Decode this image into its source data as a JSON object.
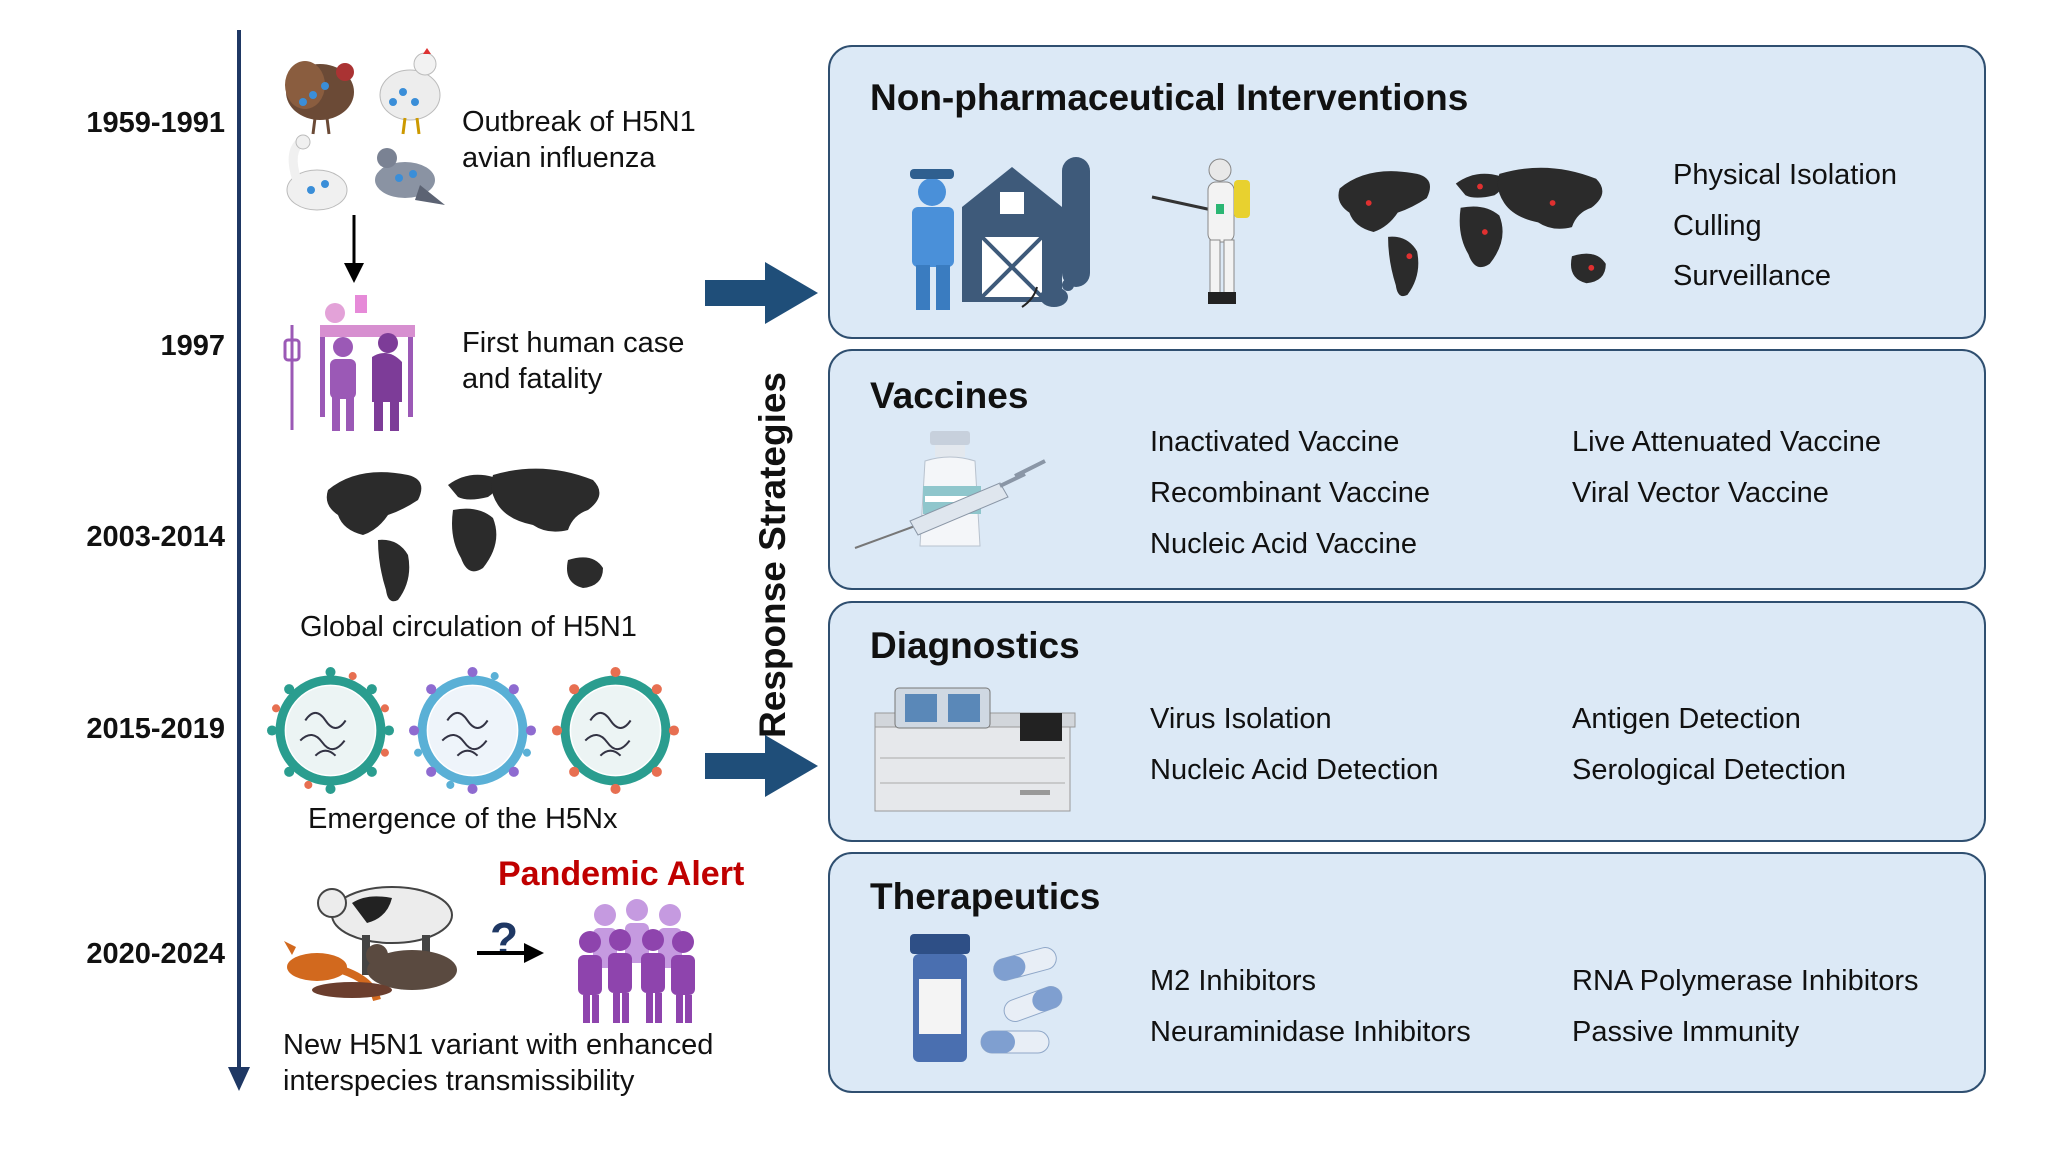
{
  "timeline": {
    "events": [
      {
        "year": "1959-1991",
        "text": [
          "Outbreak of H5N1",
          "avian influenza"
        ]
      },
      {
        "year": "1997",
        "text": [
          "First human case",
          "and fatality"
        ]
      },
      {
        "year": "2003-2014",
        "text": [
          "Global circulation of H5N1"
        ]
      },
      {
        "year": "2015-2019",
        "text": [
          "Emergence of the H5Nx"
        ]
      },
      {
        "year": "2020-2024",
        "text": [
          "New H5N1 variant with enhanced",
          "interspecies transmissibility"
        ]
      }
    ],
    "alert": "Pandemic Alert"
  },
  "response_label": "Response Strategies",
  "panels": [
    {
      "title": "Non-pharmaceutical Interventions",
      "items": [
        "Physical Isolation",
        "Culling",
        "Surveillance"
      ]
    },
    {
      "title": "Vaccines",
      "items": [
        "Inactivated Vaccine",
        "Recombinant Vaccine",
        "Nucleic Acid Vaccine",
        "Live Attenuated Vaccine",
        "Viral Vector Vaccine"
      ]
    },
    {
      "title": "Diagnostics",
      "items": [
        "Virus Isolation",
        "Nucleic Acid Detection",
        "Antigen Detection",
        "Serological Detection"
      ]
    },
    {
      "title": "Therapeutics",
      "items": [
        "M2 Inhibitors",
        "Neuraminidase Inhibitors",
        "RNA Polymerase Inhibitors",
        "Passive Immunity"
      ]
    }
  ],
  "icons": [
    "birds-icon",
    "hospital-patient-icon",
    "world-map-icon",
    "virus-icon",
    "animals-icon",
    "crowd-icon",
    "farm-barn-icon",
    "sprayer-worker-icon",
    "vaccine-syringe-icon",
    "diagnostic-analyzer-icon",
    "pill-bottle-icon"
  ],
  "colors": {
    "panel_fill": "#dce9f6",
    "panel_border": "#2f4f70",
    "arrow": "#1f4e79",
    "alert": "#c00000",
    "timeline_axis": "#1f3864"
  }
}
